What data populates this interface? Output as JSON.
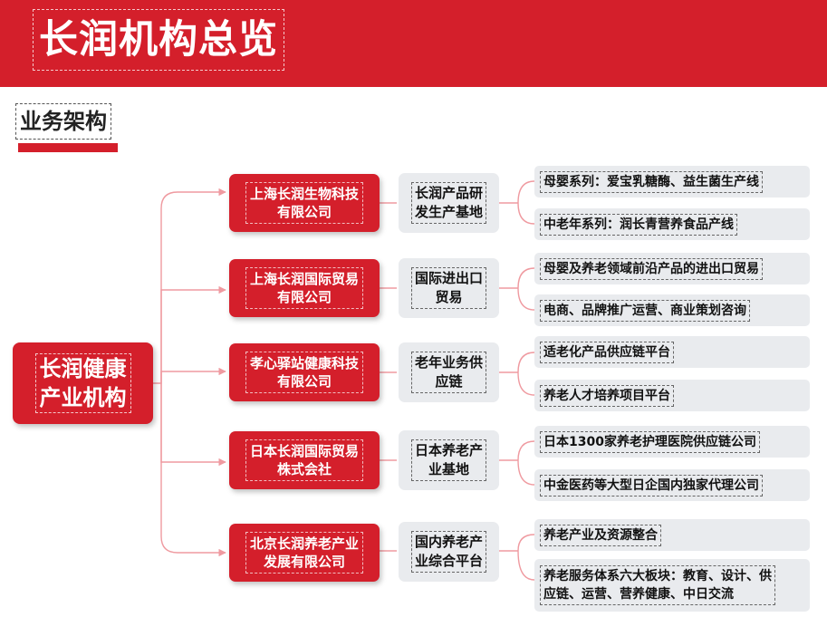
{
  "header": {
    "title": "长润机构总览"
  },
  "section": {
    "title": "业务架构"
  },
  "colors": {
    "brand_red": "#d41f2b",
    "box_gray": "#e9ebee",
    "connector_pink": "#ef9aa0"
  },
  "diagram": {
    "root": "长润健康\n产业机构",
    "branches": [
      {
        "company": "上海长润生物科技\n有限公司",
        "base": "长润产品研\n发生产基地",
        "items": [
          "母婴系列：爱宝乳糖酶、益生菌生产线",
          "中老年系列：润长青营养食品产线"
        ]
      },
      {
        "company": "上海长润国际贸易\n有限公司",
        "base": "国际进出口\n贸易",
        "items": [
          "母婴及养老领域前沿产品的进出口贸易",
          "电商、品牌推广运营、商业策划咨询"
        ]
      },
      {
        "company": "孝心驿站健康科技\n有限公司",
        "base": "老年业务供\n应链",
        "items": [
          "适老化产品供应链平台",
          "养老人才培养项目平台"
        ]
      },
      {
        "company": "日本长润国际贸易\n株式会社",
        "base": "日本养老产\n业基地",
        "items": [
          "日本1300家养老护理医院供应链公司",
          "中金医药等大型日企国内独家代理公司"
        ]
      },
      {
        "company": "北京长润养老产业\n发展有限公司",
        "base": "国内养老产\n业综合平台",
        "items": [
          "养老产业及资源整合",
          "养老服务体系六大板块：教育、设计、供\n应链、运营、营养健康、中日交流"
        ]
      }
    ]
  }
}
